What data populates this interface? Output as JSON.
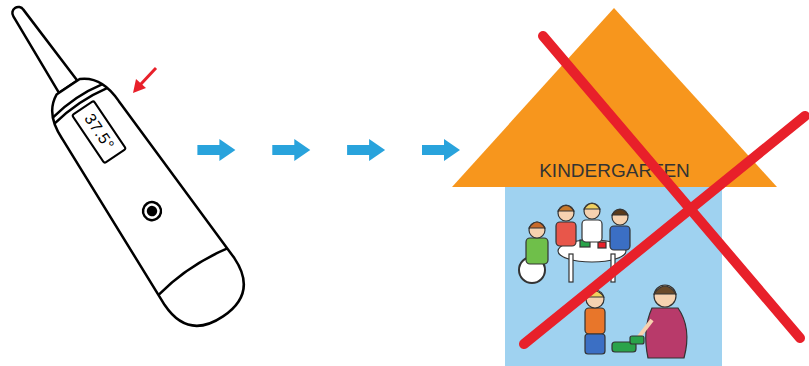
{
  "diagram": {
    "nodes": [
      {
        "text": [
          "37.5°"
        ]
      },
      {
        "text": [
          "KINDERGARTEN"
        ]
      }
    ],
    "edges": [
      {
        "from": 0,
        "to": 1,
        "arrow": "to"
      }
    ]
  }
}
